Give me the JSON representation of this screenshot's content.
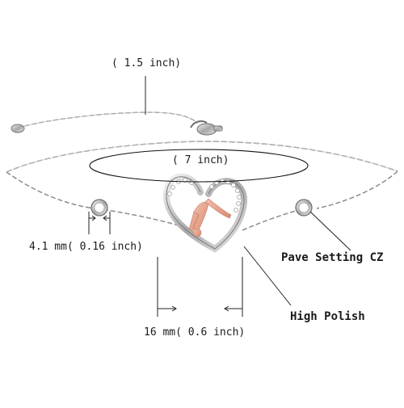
{
  "labels": {
    "extension": "( 1.5 inch)",
    "chain_length": "( 7 inch)",
    "stone_size": "4.1 mm( 0.16 inch)",
    "pendant_width": "16 mm( 0.6 inch)",
    "stone_callout": "Pave Setting CZ",
    "pendant_callout": "High Polish"
  },
  "colors": {
    "silver": "#9a9a9a",
    "silver_dark": "#6b6b6b",
    "rose_gold": "#e8a48f",
    "line": "#222222"
  }
}
